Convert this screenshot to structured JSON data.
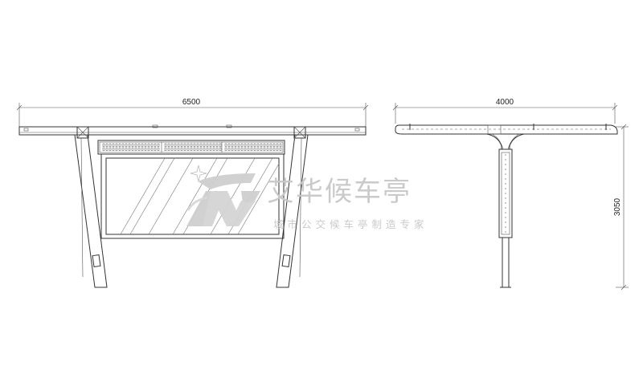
{
  "front_view": {
    "width_label": "6500"
  },
  "side_view": {
    "width_label": "4000",
    "height_label": "3050"
  },
  "watermark": {
    "company_name": "艾华候车亭",
    "slogan": "城市公交候车亭制造专家",
    "logo_icon": "ah-logo-icon"
  }
}
